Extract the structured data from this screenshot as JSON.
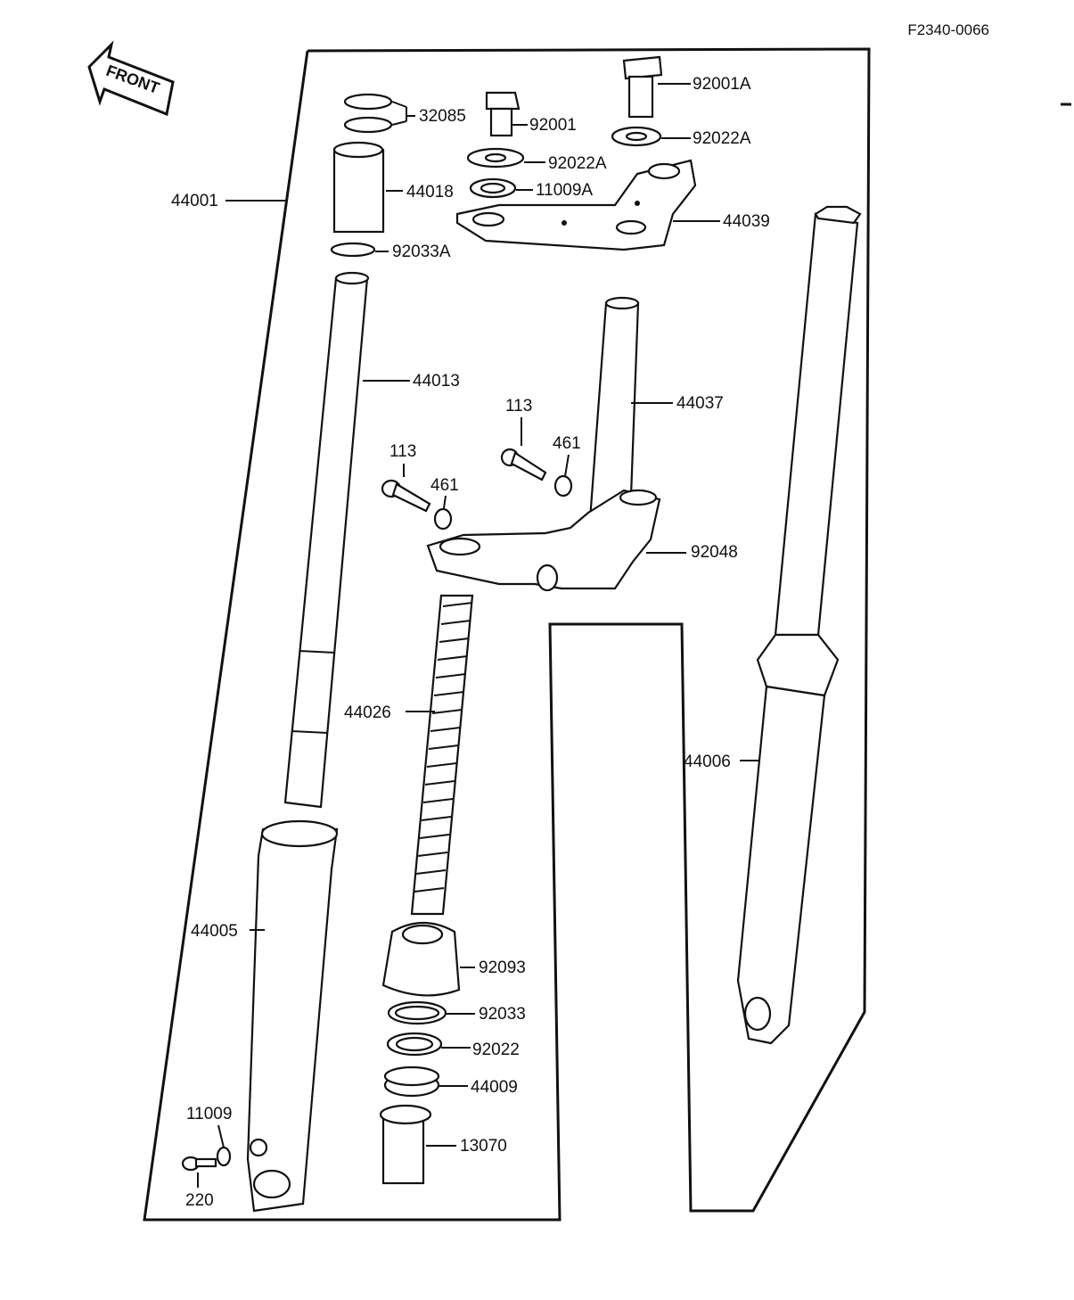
{
  "diagram_code": "F2340-0066",
  "front_arrow_label": "FRONT",
  "parts": {
    "p92001A": "92001A",
    "p92022A_r": "92022A",
    "p32085": "32085",
    "p92001": "92001",
    "p92022A_l": "92022A",
    "p44018": "44018",
    "p11009A": "11009A",
    "p44039": "44039",
    "p44001": "44001",
    "p92033A": "92033A",
    "p44013": "44013",
    "p44037": "44037",
    "p113_a": "113",
    "p461_a": "461",
    "p113_b": "113",
    "p461_b": "461",
    "p92048": "92048",
    "p44026": "44026",
    "p44006": "44006",
    "p44005": "44005",
    "p92093": "92093",
    "p92033": "92033",
    "p92022": "92022",
    "p44009": "44009",
    "p11009": "11009",
    "p13070": "13070",
    "p220": "220"
  }
}
